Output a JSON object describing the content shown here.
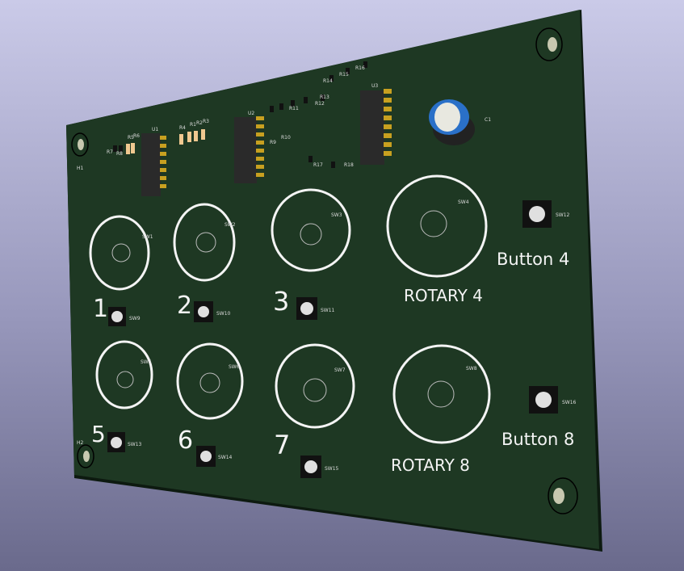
{
  "colors": {
    "board": "#1e3823",
    "silkscreen": "#f4f4f4",
    "pad": "#c8a020",
    "ic": "#2a2a2a",
    "background_top": "#cacae8",
    "background_bottom": "#6a6a8c"
  },
  "ics": [
    "U1",
    "U2",
    "U3"
  ],
  "resistors": [
    "R1",
    "R2",
    "R3",
    "R4",
    "R5",
    "R6",
    "R7",
    "R8",
    "R9",
    "R10",
    "R11",
    "R12",
    "R13",
    "R14",
    "R15",
    "R16",
    "R17",
    "R18"
  ],
  "capacitor": "C1",
  "labels": {
    "enc1": "1",
    "enc2": "2",
    "enc3": "3",
    "enc4": "ROTARY 4",
    "btn4": "Button 4",
    "enc5": "5",
    "enc6": "6",
    "enc7": "7",
    "enc8": "ROTARY 8",
    "btn8": "Button 8"
  },
  "switch_refs": {
    "sw1": "SW1",
    "sw2": "SW2",
    "sw3": "SW3",
    "sw4": "SW4",
    "sw5": "SW5",
    "sw6": "SW6",
    "sw7": "SW7",
    "sw8": "SW8",
    "sw9": "SW9",
    "sw10": "SW10",
    "sw11": "SW11",
    "sw12": "SW12",
    "sw13": "SW13",
    "sw14": "SW14",
    "sw15": "SW15",
    "sw16": "SW16"
  },
  "hole_refs": {
    "h1": "H1",
    "h2": "H2"
  }
}
